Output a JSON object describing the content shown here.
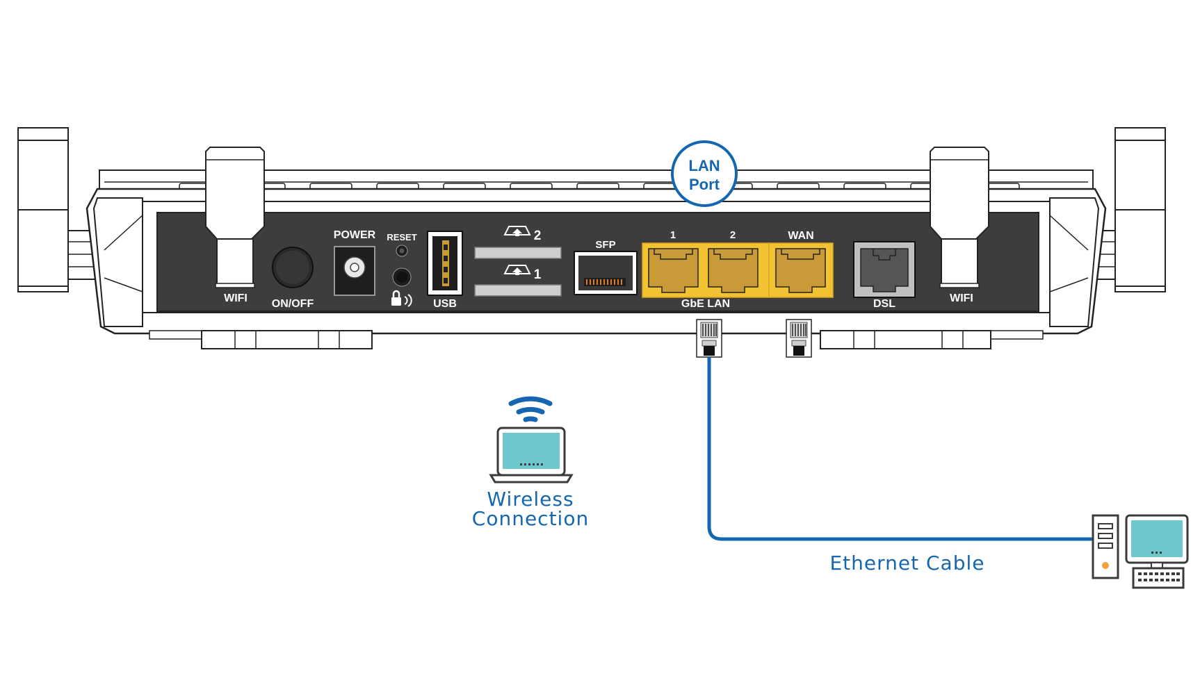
{
  "router": {
    "callout": {
      "line1": "LAN",
      "line2": "Port"
    },
    "labels": {
      "wifi_left": "WIFI",
      "on_off": "ON/OFF",
      "power": "POWER",
      "reset": "RESET",
      "usb": "USB",
      "slot_2": "2",
      "slot_1": "1",
      "sfp": "SFP",
      "lan_1": "1",
      "lan_2": "2",
      "wan": "WAN",
      "gbe_lan": "GbE LAN",
      "dsl": "DSL",
      "wifi_right": "WIFI"
    }
  },
  "wireless": {
    "line1": "Wireless",
    "line2": "Connection"
  },
  "ethernet": {
    "label": "Ethernet Cable"
  },
  "colors": {
    "accent_blue": "#1566b0",
    "panel": "#3f3d3b",
    "port_yellow": "#f2c232",
    "port_fill": "#c99a38",
    "screen": "#6dc7cd",
    "led": "#f5a03a"
  },
  "icons": {
    "wifi": "wifi-signal-icon",
    "laptop": "laptop-icon",
    "desktop": "desktop-computer-icon",
    "lock": "lock-icon"
  }
}
